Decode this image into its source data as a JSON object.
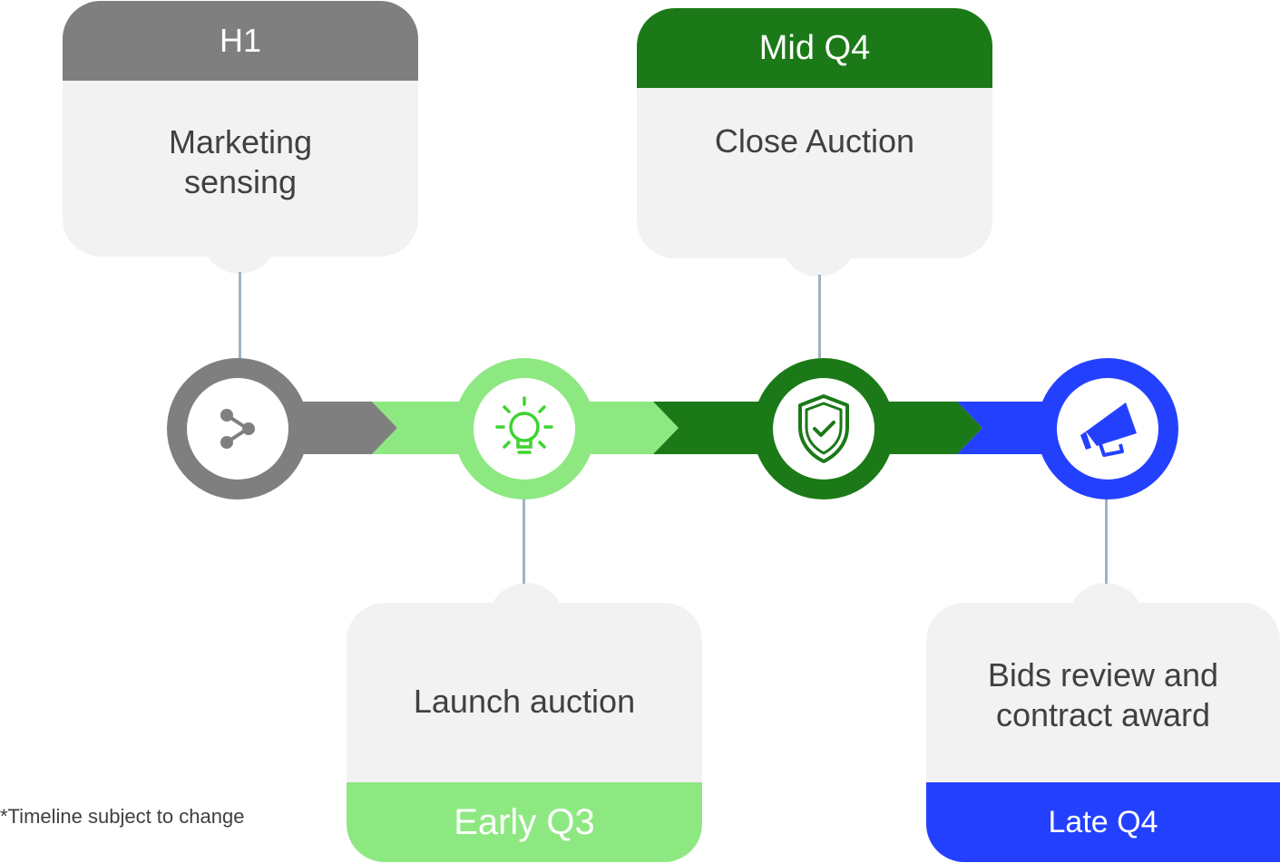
{
  "milestones": [
    {
      "period": "H1",
      "task": "Marketing\nsensing",
      "icon": "share-icon",
      "color": "#7f7f7f"
    },
    {
      "period": "Early Q3",
      "task": "Launch auction",
      "icon": "lightbulb-icon",
      "color": "#8ee882"
    },
    {
      "period": "Mid Q4",
      "task": "Close Auction",
      "icon": "shield-check-icon",
      "color": "#1b7a17"
    },
    {
      "period": "Late Q4",
      "task": "Bids review and\ncontract award",
      "icon": "megaphone-icon",
      "color": "#2440ff"
    }
  ],
  "connector_color": "#9fb3c2",
  "footnote": "*Timeline subject to change"
}
